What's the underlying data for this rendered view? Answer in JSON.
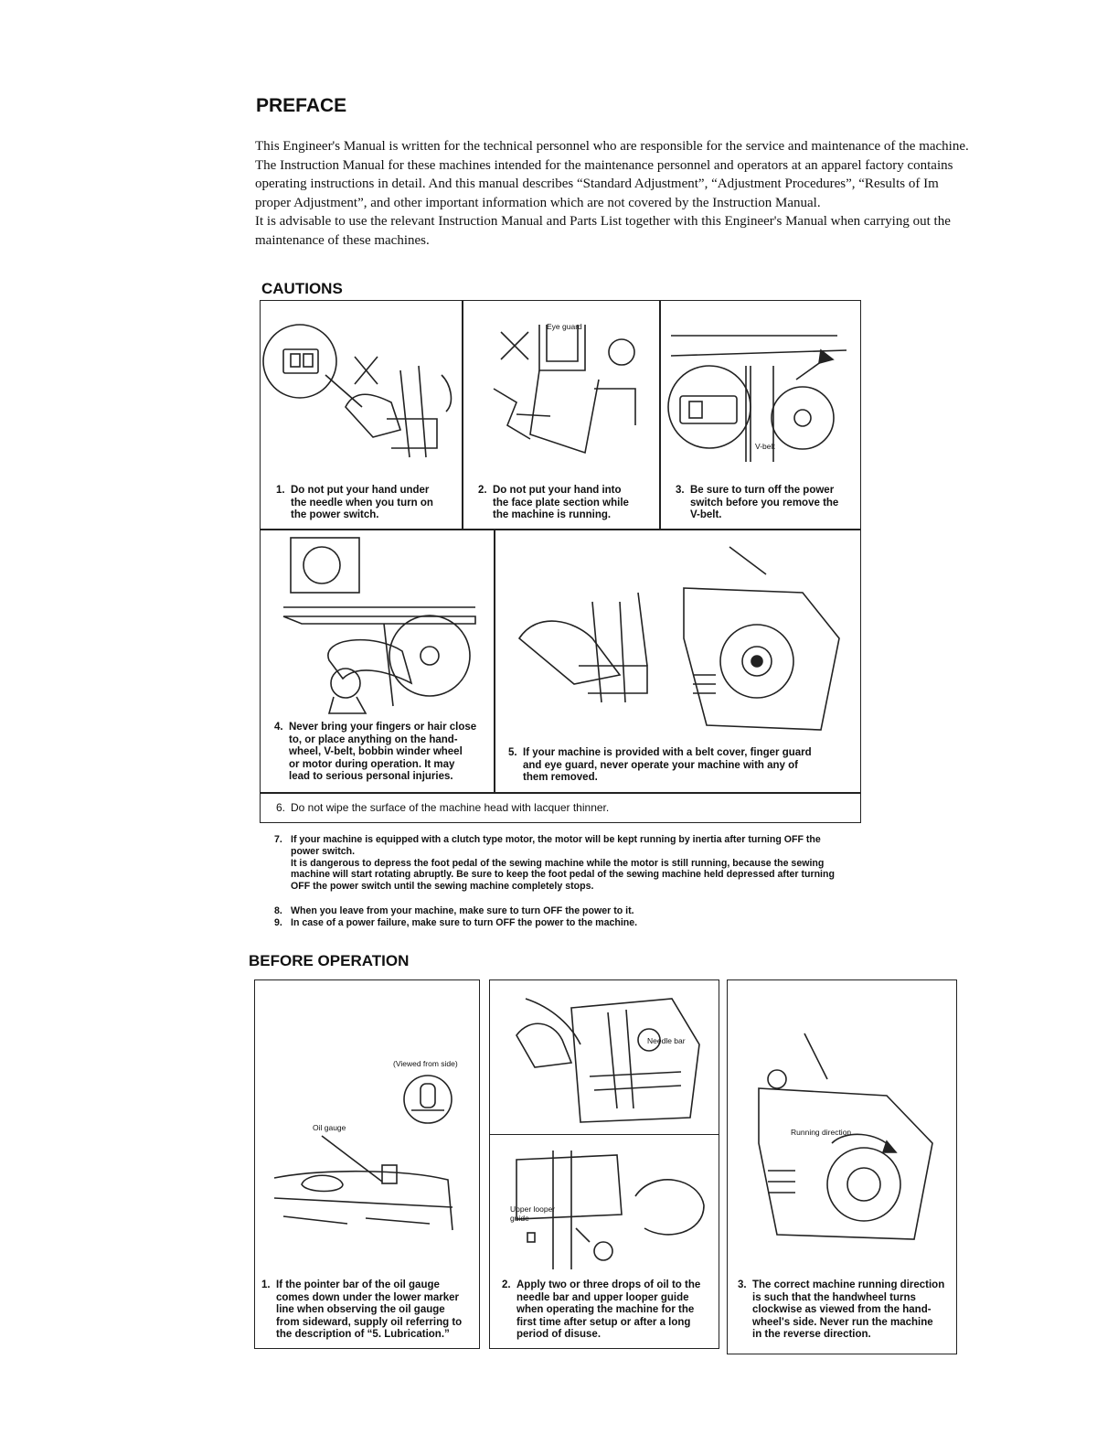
{
  "preface": {
    "title": "PREFACE",
    "lines": [
      "This Engineer's Manual is written for the technical personnel who are responsible for the service and maintenance of the machine.",
      "The Instruction Manual for these machines intended for the maintenance personnel and operators at an apparel factory contains",
      "operating instructions in detail.  And this manual describes “Standard Adjustment”, “Adjustment Procedures”, “Results of Im",
      "proper Adjustment”, and other important information which are not covered by the Instruction Manual.",
      "It is advisable to use the relevant Instruction Manual and Parts List together with this Engineer's Manual when carrying out the",
      "maintenance of these machines."
    ]
  },
  "cautions": {
    "title": "CAUTIONS",
    "items": [
      {
        "num": "1.",
        "lines": [
          "Do not put your hand under",
          "the needle when you turn on",
          "the power switch."
        ]
      },
      {
        "num": "2.",
        "lines": [
          "Do not put your hand into",
          "the face plate section while",
          "the machine is running."
        ]
      },
      {
        "num": "3.",
        "lines": [
          "Be sure to turn off the power",
          "switch before you remove the",
          "V-belt."
        ]
      },
      {
        "num": "4.",
        "lines": [
          "Never bring your fingers or hair close",
          "to, or place anything on the hand-",
          "wheel, V-belt, bobbin winder wheel",
          "or motor during operation.  It may",
          "lead to serious personal injuries."
        ]
      },
      {
        "num": "5.",
        "lines": [
          "If your machine is provided with a belt cover, finger guard",
          "and eye guard, never operate your machine with any of",
          "them removed."
        ]
      },
      {
        "num": "6.",
        "lines": [
          "Do not wipe the surface of the machine head with lacquer thinner."
        ]
      }
    ],
    "labels": {
      "eye_guard": "Eye guard",
      "v_belt": "V-belt"
    }
  },
  "notes": [
    {
      "num": "7.",
      "lines": [
        "If your machine is equipped with a clutch type motor, the motor will be kept running by inertia after turning OFF the",
        "power switch.",
        "It is dangerous to depress the foot pedal of the sewing machine while the motor is still running, because the sewing",
        "machine will start rotating abruptly.  Be sure to keep the foot pedal of the sewing machine held depressed after turning",
        "OFF the power switch until the sewing machine completely stops."
      ]
    },
    {
      "num": "8.",
      "lines": [
        "When you leave from your machine, make sure to turn OFF the power to it."
      ]
    },
    {
      "num": "9.",
      "lines": [
        "In case of a power failure, make sure to turn OFF the power to the machine."
      ]
    }
  ],
  "before_operation": {
    "title": "BEFORE OPERATION",
    "items": [
      {
        "num": "1.",
        "lines": [
          "If the pointer bar of the oil gauge",
          "comes down under the lower marker",
          "line when observing the oil gauge",
          "from sideward, supply oil referring to",
          "the description of “5. Lubrication.”"
        ]
      },
      {
        "num": "2.",
        "lines": [
          "Apply two or three drops of oil to the",
          "needle bar and upper looper guide",
          "when operating the machine for the",
          "first time after setup or after a long",
          "period of disuse."
        ]
      },
      {
        "num": "3.",
        "lines": [
          "The correct machine running direction",
          "is such that the handwheel turns",
          "clockwise as viewed from the hand-",
          "wheel's side.  Never run the machine",
          "in the reverse direction."
        ]
      }
    ],
    "labels": {
      "viewed_from_side": "(Viewed from side)",
      "oil_gauge": "Oil gauge",
      "needle_bar": "Needle bar",
      "upper_looper_guide_1": "Upper looper",
      "upper_looper_guide_2": "guide",
      "running_direction": "Running direction"
    }
  }
}
